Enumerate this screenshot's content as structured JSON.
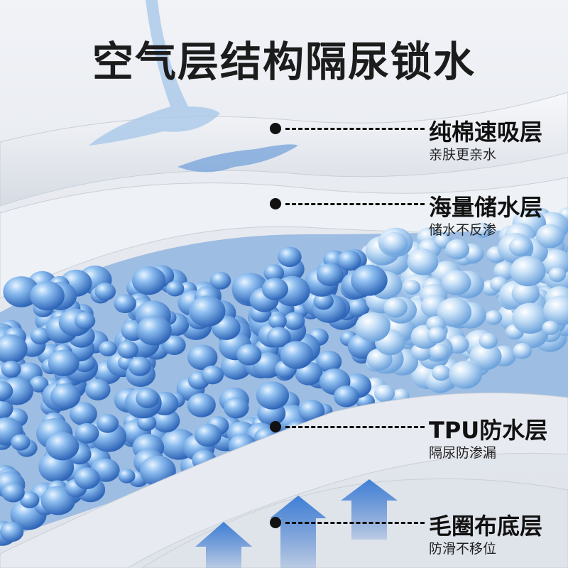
{
  "title": "空气层结构隔尿锁水",
  "layers": [
    {
      "name": "纯棉速吸层",
      "desc": "亲肤更亲水"
    },
    {
      "name": "海量储水层",
      "desc": "储水不反渗"
    },
    {
      "name": "TPU防水层",
      "desc": "隔尿防渗漏"
    },
    {
      "name": "毛圈布底层",
      "desc": "防滑不移位"
    }
  ],
  "colors": {
    "bead": "#4a86d0",
    "arrow": "#3f7fd6",
    "text": "#111111"
  }
}
